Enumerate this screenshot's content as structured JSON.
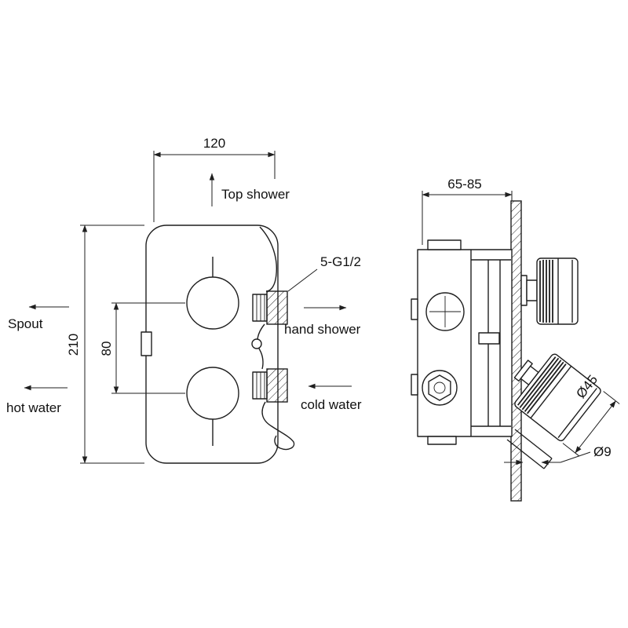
{
  "drawing": {
    "colors": {
      "line": "#1f1f1f",
      "background": "#ffffff"
    },
    "front": {
      "dim_width": "120",
      "dim_height": "210",
      "dim_spacing": "80",
      "thread": "5-G1/2",
      "top_shower": "Top shower",
      "spout": "Spout",
      "hot_water": "hot water",
      "hand_shower": "hand shower",
      "cold_water": "cold water"
    },
    "side": {
      "dim_depth": "65-85",
      "dim_handle": "Ø45",
      "dim_stem": "Ø9"
    }
  }
}
